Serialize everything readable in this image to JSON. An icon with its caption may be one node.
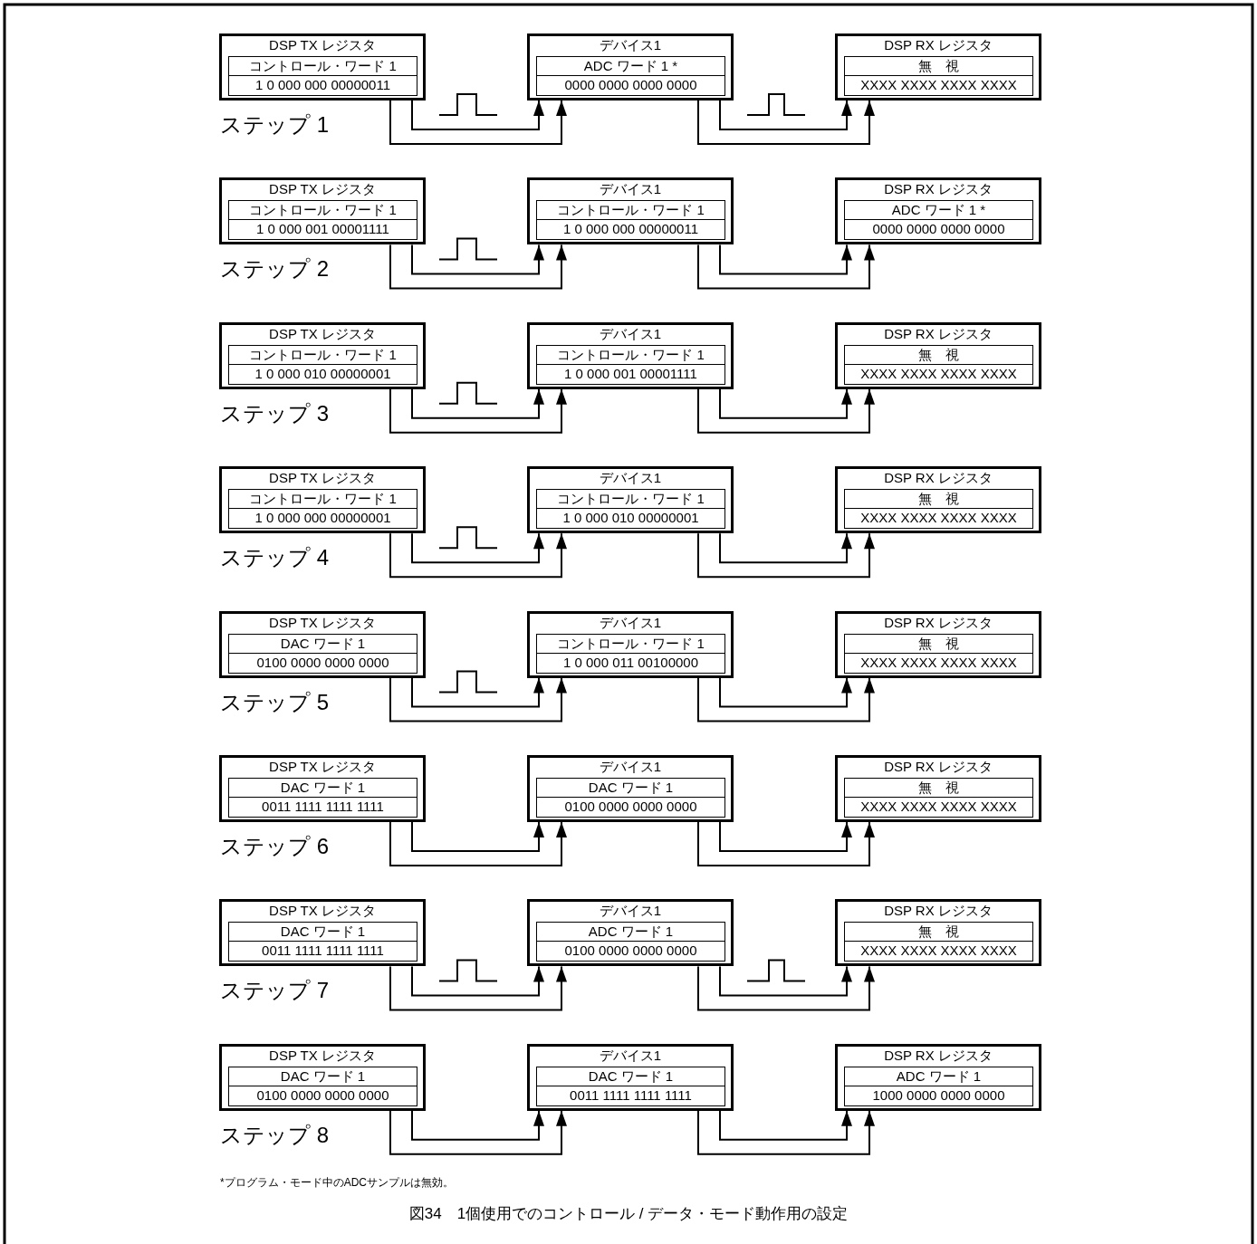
{
  "diagram": {
    "caption": "図34　1個使用でのコントロール / データ・モード動作用の設定",
    "nodes": [
      {
        "text": [
          "DSP TX レジスタ"
        ]
      },
      {
        "text": [
          "コントロール・ワード 1",
          "1 0 000 000 00000011"
        ],
        "in": 0
      },
      {
        "text": [
          "デバイス1"
        ]
      },
      {
        "text": [
          "ADC ワード 1 *",
          "0000 0000 0000 0000"
        ],
        "in": 2
      },
      {
        "text": [
          "DSP RX レジスタ"
        ]
      },
      {
        "text": [
          "無　視",
          "XXXX XXXX XXXX XXXX"
        ],
        "in": 4
      },
      {
        "text": [
          "DSP TX レジスタ"
        ]
      },
      {
        "text": [
          "コントロール・ワード 1",
          "1 0 000 001 00001111"
        ],
        "in": 6
      },
      {
        "text": [
          "デバイス1"
        ]
      },
      {
        "text": [
          "コントロール・ワード 1",
          "1 0 000 000 00000011"
        ],
        "in": 8
      },
      {
        "text": [
          "DSP RX レジスタ"
        ]
      },
      {
        "text": [
          "ADC ワード 1 *",
          "0000 0000 0000 0000"
        ],
        "in": 10
      },
      {
        "text": [
          "DSP TX レジスタ"
        ]
      },
      {
        "text": [
          "コントロール・ワード 1",
          "1 0 000 010 00000001"
        ],
        "in": 12
      },
      {
        "text": [
          "デバイス1"
        ]
      },
      {
        "text": [
          "コントロール・ワード 1",
          "1 0 000 001 00001111"
        ],
        "in": 14
      },
      {
        "text": [
          "DSP RX レジスタ"
        ]
      },
      {
        "text": [
          "無　視",
          "XXXX XXXX XXXX XXXX"
        ],
        "in": 16
      },
      {
        "text": [
          "DSP TX レジスタ"
        ]
      },
      {
        "text": [
          "コントロール・ワード 1",
          "1 0 000 000 00000001"
        ],
        "in": 18
      },
      {
        "text": [
          "デバイス1"
        ]
      },
      {
        "text": [
          "コントロール・ワード 1",
          "1 0 000 010 00000001"
        ],
        "in": 20
      },
      {
        "text": [
          "DSP RX レジスタ"
        ]
      },
      {
        "text": [
          "無　視",
          "XXXX XXXX XXXX XXXX"
        ],
        "in": 22
      },
      {
        "text": [
          "DSP TX レジスタ"
        ]
      },
      {
        "text": [
          "DAC ワード 1",
          "0100 0000 0000 0000"
        ],
        "in": 24
      },
      {
        "text": [
          "デバイス1"
        ]
      },
      {
        "text": [
          "コントロール・ワード 1",
          "1 0 000 011 00100000"
        ],
        "in": 26
      },
      {
        "text": [
          "DSP RX レジスタ"
        ]
      },
      {
        "text": [
          "無　視",
          "XXXX XXXX XXXX XXXX"
        ],
        "in": 28
      },
      {
        "text": [
          "DSP TX レジスタ"
        ]
      },
      {
        "text": [
          "DAC ワード 1",
          "0011 1111 1111 1111"
        ],
        "in": 30
      },
      {
        "text": [
          "デバイス1"
        ]
      },
      {
        "text": [
          "DAC ワード 1",
          "0100 0000 0000 0000"
        ],
        "in": 32
      },
      {
        "text": [
          "DSP RX レジスタ"
        ]
      },
      {
        "text": [
          "無　視",
          "XXXX XXXX XXXX XXXX"
        ],
        "in": 34
      },
      {
        "text": [
          "DSP TX レジスタ"
        ]
      },
      {
        "text": [
          "DAC ワード 1",
          "0011 1111 1111 1111"
        ],
        "in": 36
      },
      {
        "text": [
          "デバイス1"
        ]
      },
      {
        "text": [
          "ADC ワード 1",
          "0100 0000 0000 0000"
        ],
        "in": 38
      },
      {
        "text": [
          "DSP RX レジスタ"
        ]
      },
      {
        "text": [
          "無　視",
          "XXXX XXXX XXXX XXXX"
        ],
        "in": 40
      },
      {
        "text": [
          "DSP TX レジスタ"
        ]
      },
      {
        "text": [
          "DAC ワード 1",
          "0100 0000 0000 0000"
        ],
        "in": 42
      },
      {
        "text": [
          "デバイス1"
        ]
      },
      {
        "text": [
          "DAC ワード 1",
          "0011 1111 1111 1111"
        ],
        "in": 44
      },
      {
        "text": [
          "DSP RX レジスタ"
        ]
      },
      {
        "text": [
          "ADC ワード 1",
          "1000 0000 0000 0000"
        ],
        "in": 46
      }
    ],
    "edges": [
      {
        "from": 0,
        "to": 2,
        "arrow": "to"
      },
      {
        "from": 0,
        "to": 2,
        "arrow": "to"
      },
      {
        "from": 2,
        "to": 4,
        "arrow": "to"
      },
      {
        "from": 2,
        "to": 4,
        "arrow": "to"
      },
      {
        "from": 6,
        "to": 8,
        "arrow": "to"
      },
      {
        "from": 6,
        "to": 8,
        "arrow": "to"
      },
      {
        "from": 8,
        "to": 10,
        "arrow": "to"
      },
      {
        "from": 8,
        "to": 10,
        "arrow": "to"
      },
      {
        "from": 12,
        "to": 14,
        "arrow": "to"
      },
      {
        "from": 12,
        "to": 14,
        "arrow": "to"
      },
      {
        "from": 14,
        "to": 16,
        "arrow": "to"
      },
      {
        "from": 14,
        "to": 16,
        "arrow": "to"
      },
      {
        "from": 18,
        "to": 20,
        "arrow": "to"
      },
      {
        "from": 18,
        "to": 20,
        "arrow": "to"
      },
      {
        "from": 20,
        "to": 22,
        "arrow": "to"
      },
      {
        "from": 20,
        "to": 22,
        "arrow": "to"
      },
      {
        "from": 24,
        "to": 26,
        "arrow": "to"
      },
      {
        "from": 24,
        "to": 26,
        "arrow": "to"
      },
      {
        "from": 26,
        "to": 28,
        "arrow": "to"
      },
      {
        "from": 26,
        "to": 28,
        "arrow": "to"
      },
      {
        "from": 30,
        "to": 32,
        "arrow": "to"
      },
      {
        "from": 30,
        "to": 32,
        "arrow": "to"
      },
      {
        "from": 32,
        "to": 34,
        "arrow": "to"
      },
      {
        "from": 32,
        "to": 34,
        "arrow": "to"
      },
      {
        "from": 36,
        "to": 38,
        "arrow": "to"
      },
      {
        "from": 36,
        "to": 38,
        "arrow": "to"
      },
      {
        "from": 38,
        "to": 40,
        "arrow": "to"
      },
      {
        "from": 38,
        "to": 40,
        "arrow": "to"
      },
      {
        "from": 42,
        "to": 44,
        "arrow": "to"
      },
      {
        "from": 42,
        "to": 44,
        "arrow": "to"
      },
      {
        "from": 44,
        "to": 46,
        "arrow": "to"
      },
      {
        "from": 44,
        "to": 46,
        "arrow": "to"
      }
    ],
    "labels": [
      "ステップ 1",
      "ステップ 2",
      "ステップ 3",
      "ステップ 4",
      "ステップ 5",
      "ステップ 6",
      "ステップ 7",
      "ステップ 8",
      "*プログラム・モード中のADCサンプルは無効。"
    ]
  }
}
